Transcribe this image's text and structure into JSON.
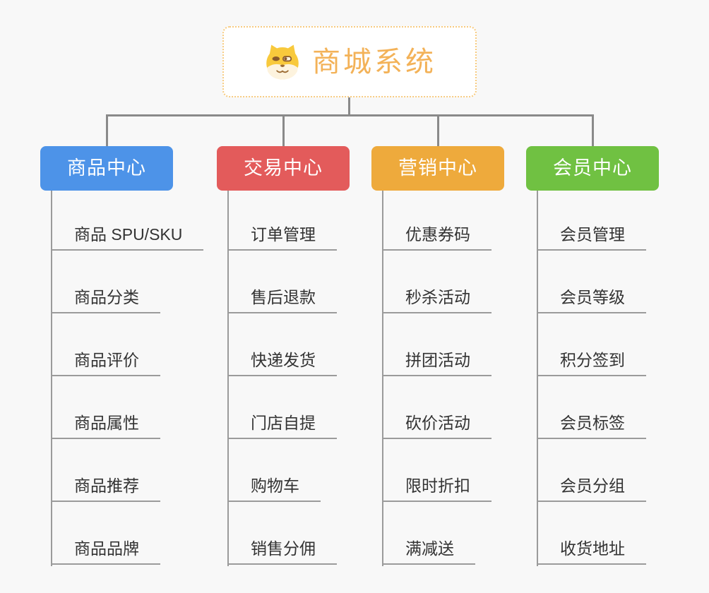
{
  "root": {
    "title": "商城系统",
    "icon": "doge-face-icon"
  },
  "branches": [
    {
      "label": "商品中心",
      "color": "#4d93e8",
      "items": [
        "商品 SPU/SKU",
        "商品分类",
        "商品评价",
        "商品属性",
        "商品推荐",
        "商品品牌"
      ]
    },
    {
      "label": "交易中心",
      "color": "#e35b5b",
      "items": [
        "订单管理",
        "售后退款",
        "快递发货",
        "门店自提",
        "购物车",
        "销售分佣"
      ]
    },
    {
      "label": "营销中心",
      "color": "#eeaa3c",
      "items": [
        "优惠券码",
        "秒杀活动",
        "拼团活动",
        "砍价活动",
        "限时折扣",
        "满减送"
      ]
    },
    {
      "label": "会员中心",
      "color": "#70c142",
      "items": [
        "会员管理",
        "会员等级",
        "积分签到",
        "会员标签",
        "会员分组",
        "收货地址"
      ]
    }
  ],
  "colors": {
    "background": "#f8f8f8",
    "root_text": "#f3b258",
    "root_border": "#f7cb80",
    "connector": "#8a8a8a",
    "item_underline": "#9b9b9b",
    "item_text": "#333333"
  }
}
